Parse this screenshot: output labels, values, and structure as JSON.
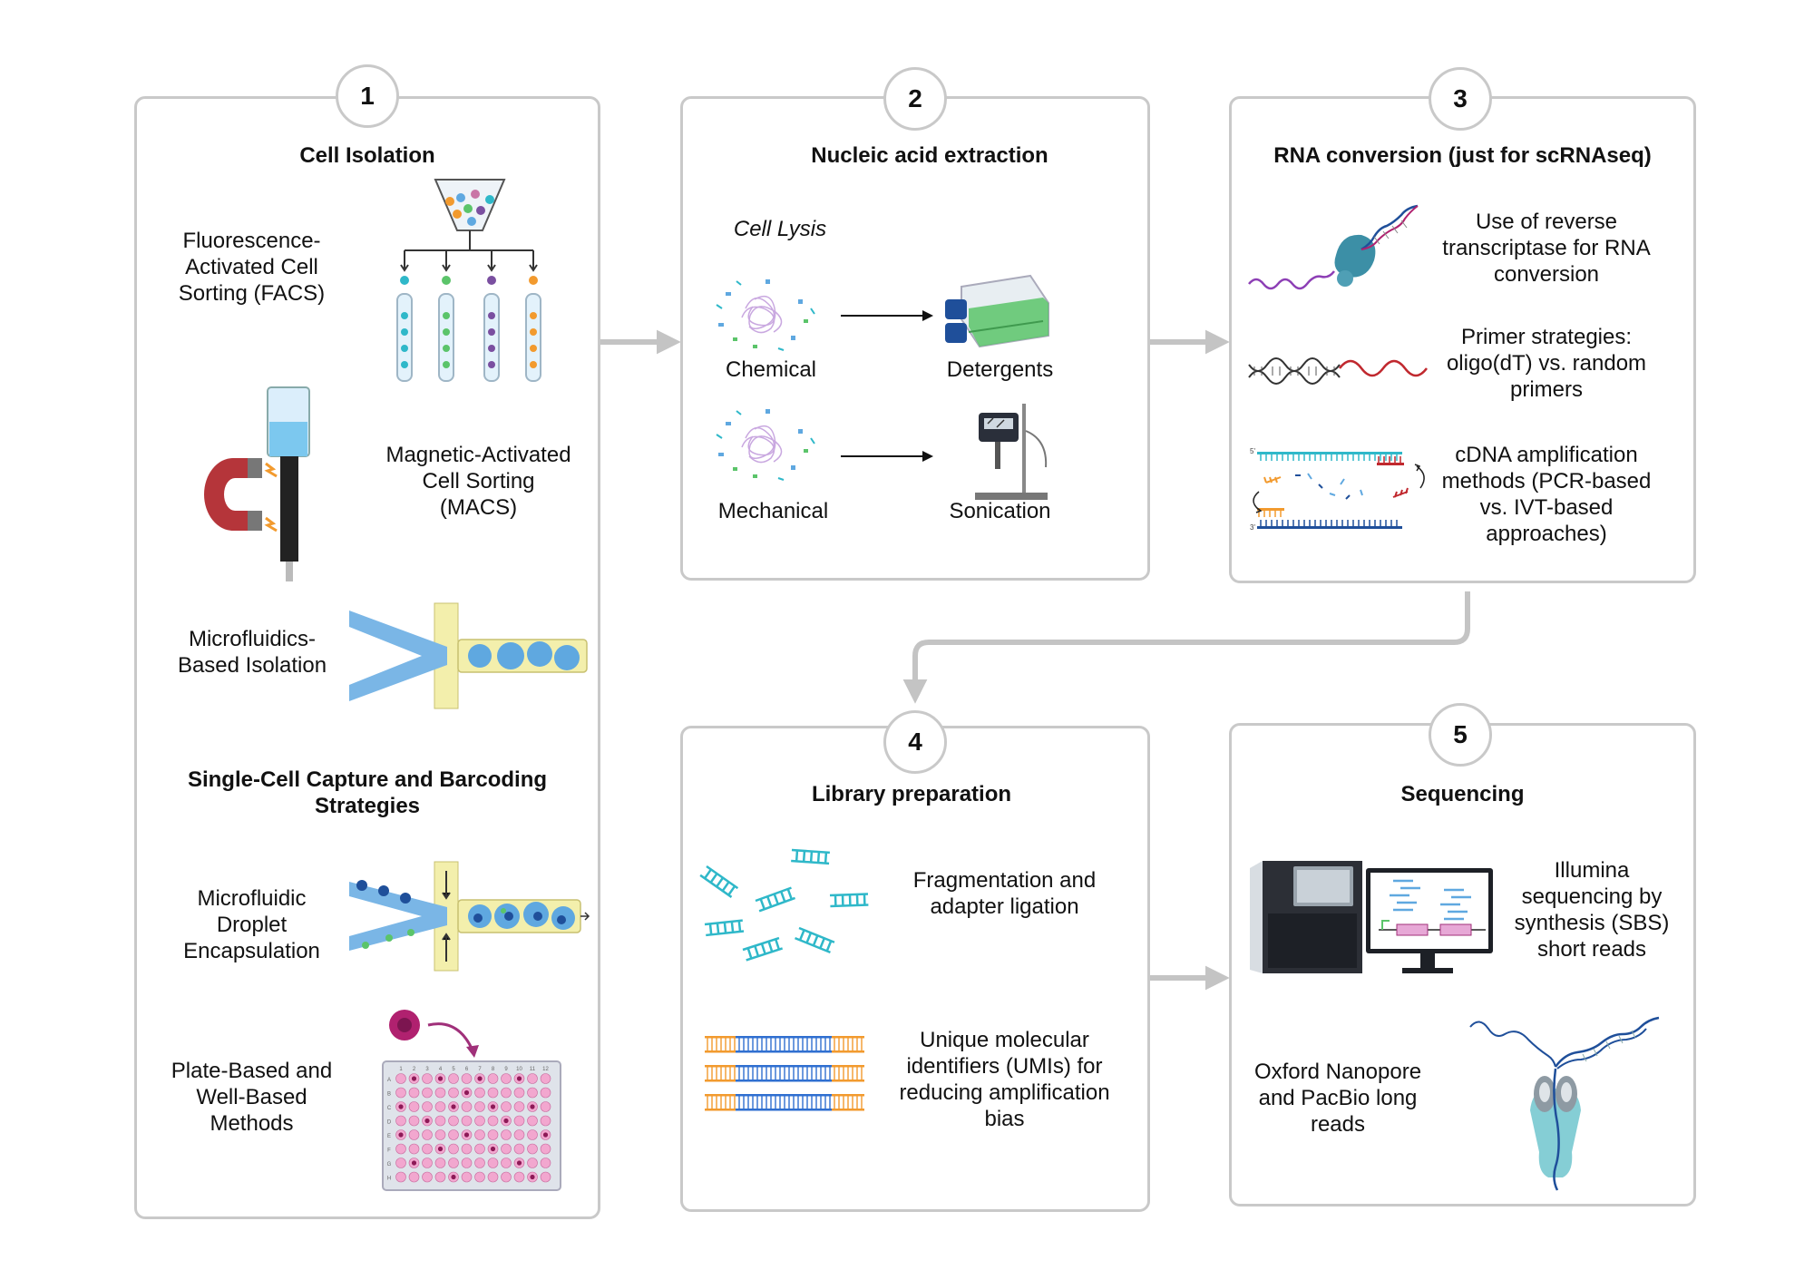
{
  "steps": [
    {
      "number": "1",
      "title": "Cell Isolation"
    },
    {
      "number": "2",
      "title": "Nucleic acid extraction"
    },
    {
      "number": "3",
      "title": "RNA conversion (just for scRNAseq)"
    },
    {
      "number": "4",
      "title": "Library preparation"
    },
    {
      "number": "5",
      "title": "Sequencing"
    }
  ],
  "cell_isolation": {
    "facs": "Fluorescence-Activated Cell Sorting (FACS)",
    "macs": "Magnetic-Activated Cell Sorting (MACS)",
    "microfluidics": "Microfluidics-Based Isolation",
    "subtitle": "Single-Cell Capture and Barcoding Strategies",
    "droplet": "Microfluidic Droplet Encapsulation",
    "plate": "Plate-Based and Well-Based Methods"
  },
  "extraction": {
    "cell_lysis": "Cell Lysis",
    "chemical": "Chemical",
    "detergents": "Detergents",
    "mechanical": "Mechanical",
    "sonication": "Sonication"
  },
  "rna_conversion": {
    "rt": "Use of reverse transcriptase for RNA conversion",
    "primer": "Primer strategies: oligo(dT) vs. random primers",
    "cdna": "cDNA amplification methods (PCR-based vs. IVT-based approaches)",
    "five_prime": "5'",
    "three_prime": "3'"
  },
  "library": {
    "fragmentation": "Fragmentation and adapter ligation",
    "umi": "Unique molecular identifiers (UMIs) for reducing amplification bias"
  },
  "sequencing": {
    "illumina": "Illumina sequencing by synthesis (SBS) short reads",
    "nanopore": "Oxford Nanopore and PacBio long reads"
  },
  "plate_columns": [
    "1",
    "2",
    "3",
    "4",
    "5",
    "6",
    "7",
    "8",
    "9",
    "10",
    "11",
    "12"
  ],
  "plate_rows": [
    "A",
    "B",
    "C",
    "D",
    "E",
    "F",
    "G",
    "H"
  ],
  "colors": {
    "panel_border": "#c9c9c9",
    "arrow": "#c4c4c4",
    "blue": "#5fa8e0",
    "teal": "#2fb8c9",
    "magenta": "#b0216f",
    "orange": "#f29a2e",
    "green": "#5bc46a"
  }
}
